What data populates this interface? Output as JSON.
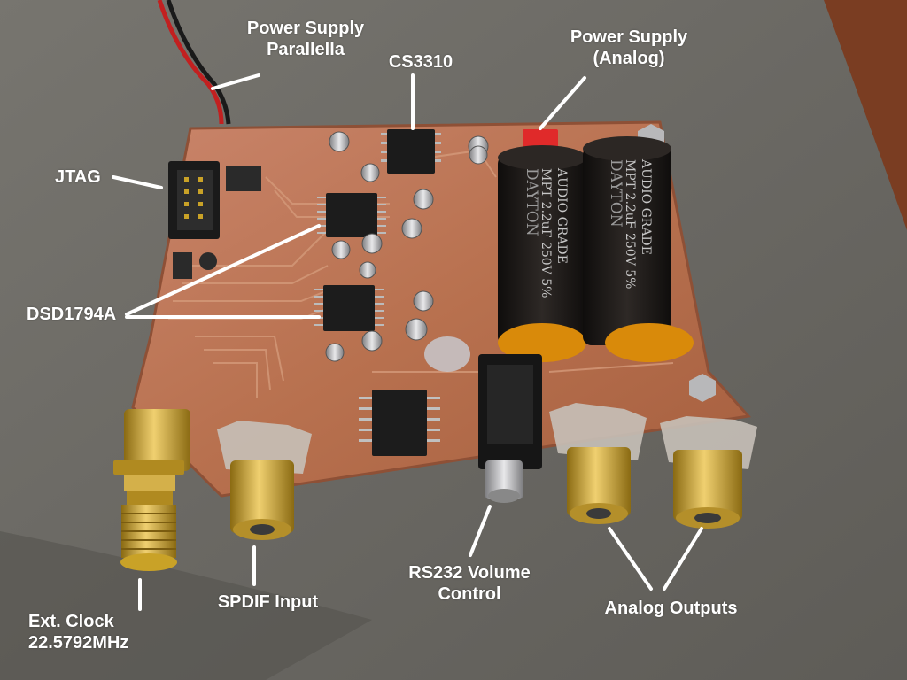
{
  "colors": {
    "background_mat": "#6d6b66",
    "wood_corner": "#7a3d22",
    "pcb": "#b26d4f",
    "capacitor_body": "#1e1a18",
    "capacitor_cap": "#d98a0a",
    "gold": "#c9a227",
    "label_text": "#ffffff",
    "leader_line": "#ffffff"
  },
  "capacitor_print": [
    "DAYTON",
    "MPT 2.2uF 250V 5%",
    "AUDIO GRADE"
  ],
  "labels": {
    "power_supply_parallella": [
      "Power Supply",
      "Parallella"
    ],
    "cs3310": "CS3310",
    "power_supply_analog": [
      "Power Supply",
      "(Analog)"
    ],
    "jtag": "JTAG",
    "dsd1794a": "DSD1794A",
    "rs232_volume_control": [
      "RS232 Volume",
      "Control"
    ],
    "spdif_input": "SPDIF Input",
    "analog_outputs": "Analog Outputs",
    "ext_clock": [
      "Ext. Clock",
      "22.5792MHz"
    ]
  }
}
